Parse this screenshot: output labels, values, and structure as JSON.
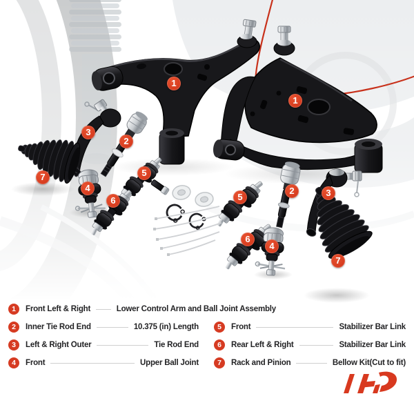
{
  "colors": {
    "accent_red": "#d63b22",
    "arc_red": "#c8311b",
    "legend_text": "#232325",
    "leader_line": "#cfcfcf",
    "part_black": "#17171a",
    "chrome": "#c9cdd1"
  },
  "icons": {
    "brand_logo": "a-premium-monogram",
    "callout_badge": "numbered-red-circle"
  },
  "legend": {
    "rows": [
      {
        "number": "1",
        "label": "Front Left & Right",
        "value": "Lower Control Arm and Ball Joint Assembly"
      },
      {
        "number": "2",
        "label": "Inner Tie Rod End",
        "value": "10.375 (in) Length"
      },
      {
        "number": "3",
        "label": "Left & Right Outer",
        "value": "Tie Rod End"
      },
      {
        "number": "4",
        "label": "Front",
        "value": "Upper Ball Joint"
      },
      {
        "number": "5",
        "label": "Front",
        "value": "Stabilizer Bar Link"
      },
      {
        "number": "6",
        "label": "Rear Left & Right",
        "value": "Stabilizer Bar Link"
      },
      {
        "number": "7",
        "label": "Rack and Pinion",
        "value": "Bellow Kit(Cut to fit)"
      }
    ]
  }
}
